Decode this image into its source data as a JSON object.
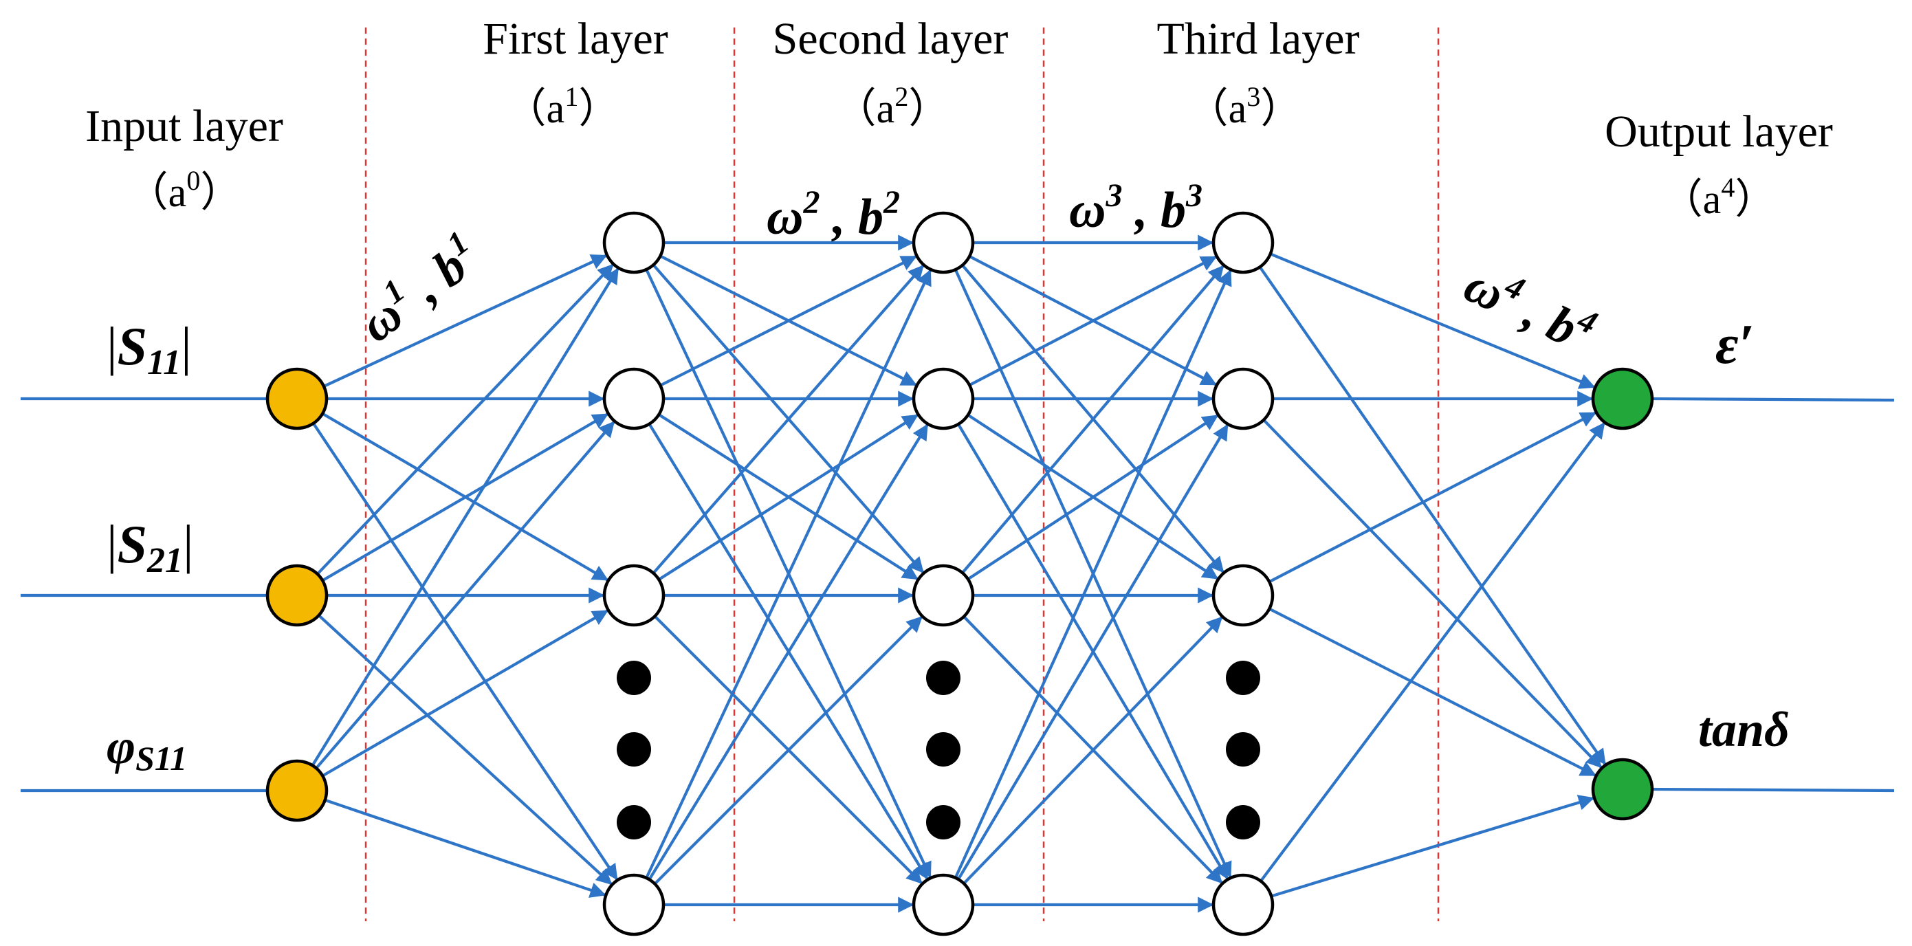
{
  "colors": {
    "edge": "#2e75c8",
    "divider": "#e8302c",
    "input_node": "#f5b800",
    "output_node": "#22a83a",
    "hidden_node": "#ffffff",
    "ellipsis_dot": "#000000"
  },
  "layers": [
    {
      "title": "Input layer",
      "sym": "a",
      "sup": "0"
    },
    {
      "title": "First layer",
      "sym": "a",
      "sup": "1"
    },
    {
      "title": "Second layer",
      "sym": "a",
      "sup": "2"
    },
    {
      "title": "Third layer",
      "sym": "a",
      "sup": "3"
    },
    {
      "title": "Output layer",
      "sym": "a",
      "sup": "4"
    }
  ],
  "paren_open": "（",
  "paren_close": "）",
  "inputs": [
    {
      "pre": "|",
      "main": "S",
      "sub": "11",
      "post": "|"
    },
    {
      "pre": "|",
      "main": "S",
      "sub": "21",
      "post": "|"
    },
    {
      "pre": "",
      "main": "φ",
      "sub": "S11",
      "post": ""
    }
  ],
  "outputs": [
    {
      "text": "ε′"
    },
    {
      "text": "tanδ"
    }
  ],
  "weights": [
    {
      "w": "ω",
      "wsup": "1",
      "sep": " , ",
      "b": "b",
      "bsup": "1"
    },
    {
      "w": "ω",
      "wsup": "2",
      "sep": " , ",
      "b": "b",
      "bsup": "2"
    },
    {
      "w": "ω",
      "wsup": "3",
      "sep": " , ",
      "b": "b",
      "bsup": "3"
    },
    {
      "w": "ω",
      "wsup": "4",
      "sep": " , ",
      "b": "b",
      "bsup": "4"
    }
  ]
}
